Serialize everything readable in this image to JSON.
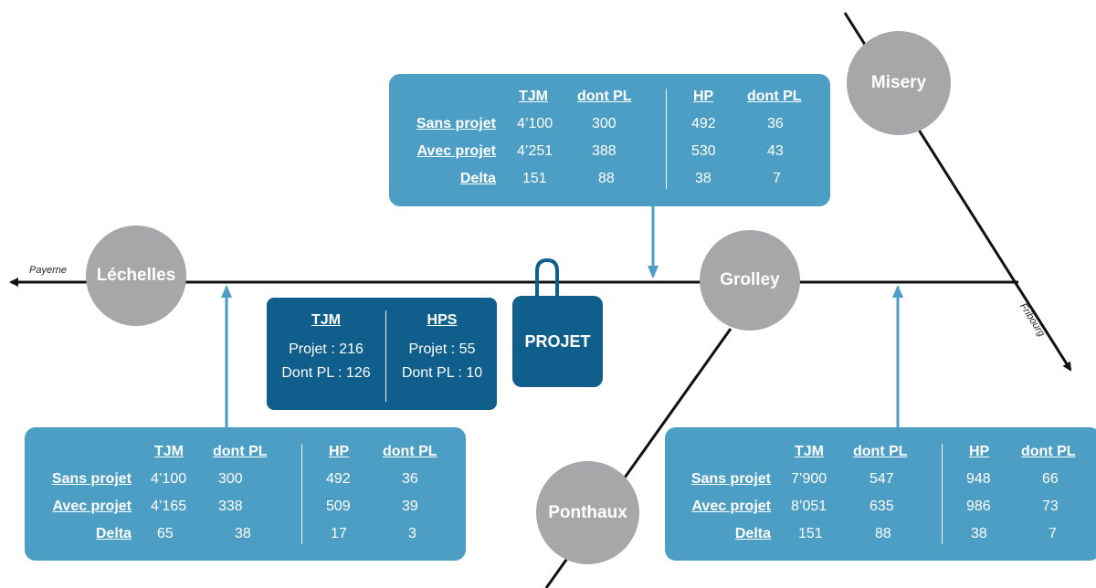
{
  "nodes": {
    "lechelles": "Léchelles",
    "grolley": "Grolley",
    "misery": "Misery",
    "ponthaux": "Ponthaux"
  },
  "directions": {
    "payerne": "Payerne",
    "fribourg": "Fribourg"
  },
  "projet_label": "PROJET",
  "project_box": {
    "col1_header": "TJM",
    "col1_line1": "Projet : 216",
    "col1_line2": "Dont PL : 126",
    "col2_header": "HPS",
    "col2_line1": "Projet : 55",
    "col2_line2": "Dont PL : 10"
  },
  "tables": {
    "top": {
      "headers": [
        "TJM",
        "dont PL",
        "HP",
        "dont PL"
      ],
      "rows": [
        {
          "label": "Sans projet",
          "values": [
            "4’100",
            "300",
            "492",
            "36"
          ]
        },
        {
          "label": "Avec projet",
          "values": [
            "4’251",
            "388",
            "530",
            "43"
          ]
        },
        {
          "label": "Delta",
          "values": [
            "151",
            "88",
            "38",
            "7"
          ]
        }
      ]
    },
    "left": {
      "headers": [
        "TJM",
        "dont PL",
        "HP",
        "dont PL"
      ],
      "rows": [
        {
          "label": "Sans projet",
          "values": [
            "4’100",
            "300",
            "492",
            "36"
          ]
        },
        {
          "label": "Avec projet",
          "values": [
            "4’165",
            "338",
            "509",
            "39"
          ]
        },
        {
          "label": "Delta",
          "values": [
            "65",
            "38",
            "17",
            "3"
          ]
        }
      ]
    },
    "right": {
      "headers": [
        "TJM",
        "dont PL",
        "HP",
        "dont PL"
      ],
      "rows": [
        {
          "label": "Sans projet",
          "values": [
            "7’900",
            "547",
            "948",
            "66"
          ]
        },
        {
          "label": "Avec projet",
          "values": [
            "8’051",
            "635",
            "986",
            "73"
          ]
        },
        {
          "label": "Delta",
          "values": [
            "151",
            "88",
            "38",
            "7"
          ]
        }
      ]
    }
  },
  "colors": {
    "road": "#111111",
    "node": "#a6a7a9",
    "table_box": "#4d9ec4",
    "project_box": "#0f5e8c",
    "pointer_arrow": "#4d9ec4"
  }
}
